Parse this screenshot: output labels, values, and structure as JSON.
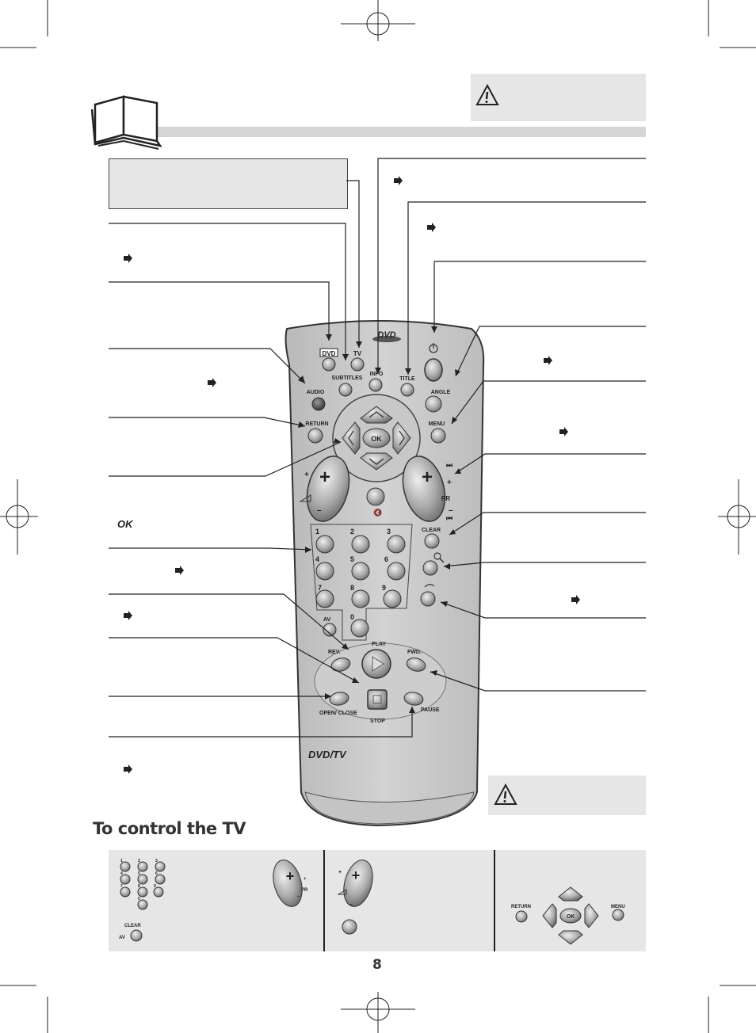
{
  "page": {
    "heading": "To control the TV",
    "page_number": "8",
    "ok_note": "OK"
  },
  "remote": {
    "brand_label": "DVD/TV",
    "logo": "DVD",
    "buttons": {
      "dvd": "DVD",
      "tv": "TV",
      "subtitles": "SUBTITLES",
      "info": "INFO",
      "title": "TITLE",
      "audio": "AUDIO",
      "angle": "ANGLE",
      "return": "RETURN",
      "menu": "MENU",
      "ok": "OK",
      "pr": "PR",
      "clear": "CLEAR",
      "av": "AV",
      "play": "PLAY",
      "rev": "REV.",
      "fwd": "FWD.",
      "open_close": "OPEN/ CLOSE",
      "stop": "STOP",
      "pause": "PAUSE",
      "digits": [
        "1",
        "2",
        "3",
        "4",
        "5",
        "6",
        "7",
        "8",
        "9",
        "0"
      ]
    }
  },
  "bottom_panel": {
    "clear": "CLEAR",
    "av": "AV",
    "pr": "PR",
    "return": "RETURN",
    "menu": "MENU",
    "ok": "OK",
    "digits": [
      "1",
      "2",
      "3",
      "4",
      "5",
      "6",
      "7",
      "8",
      "9",
      "0"
    ]
  },
  "icons": [
    "book-icon",
    "warning-icon",
    "arrow-icon",
    "power-icon",
    "zoom-icon",
    "repeat-icon",
    "mute-icon",
    "volume-icon"
  ]
}
